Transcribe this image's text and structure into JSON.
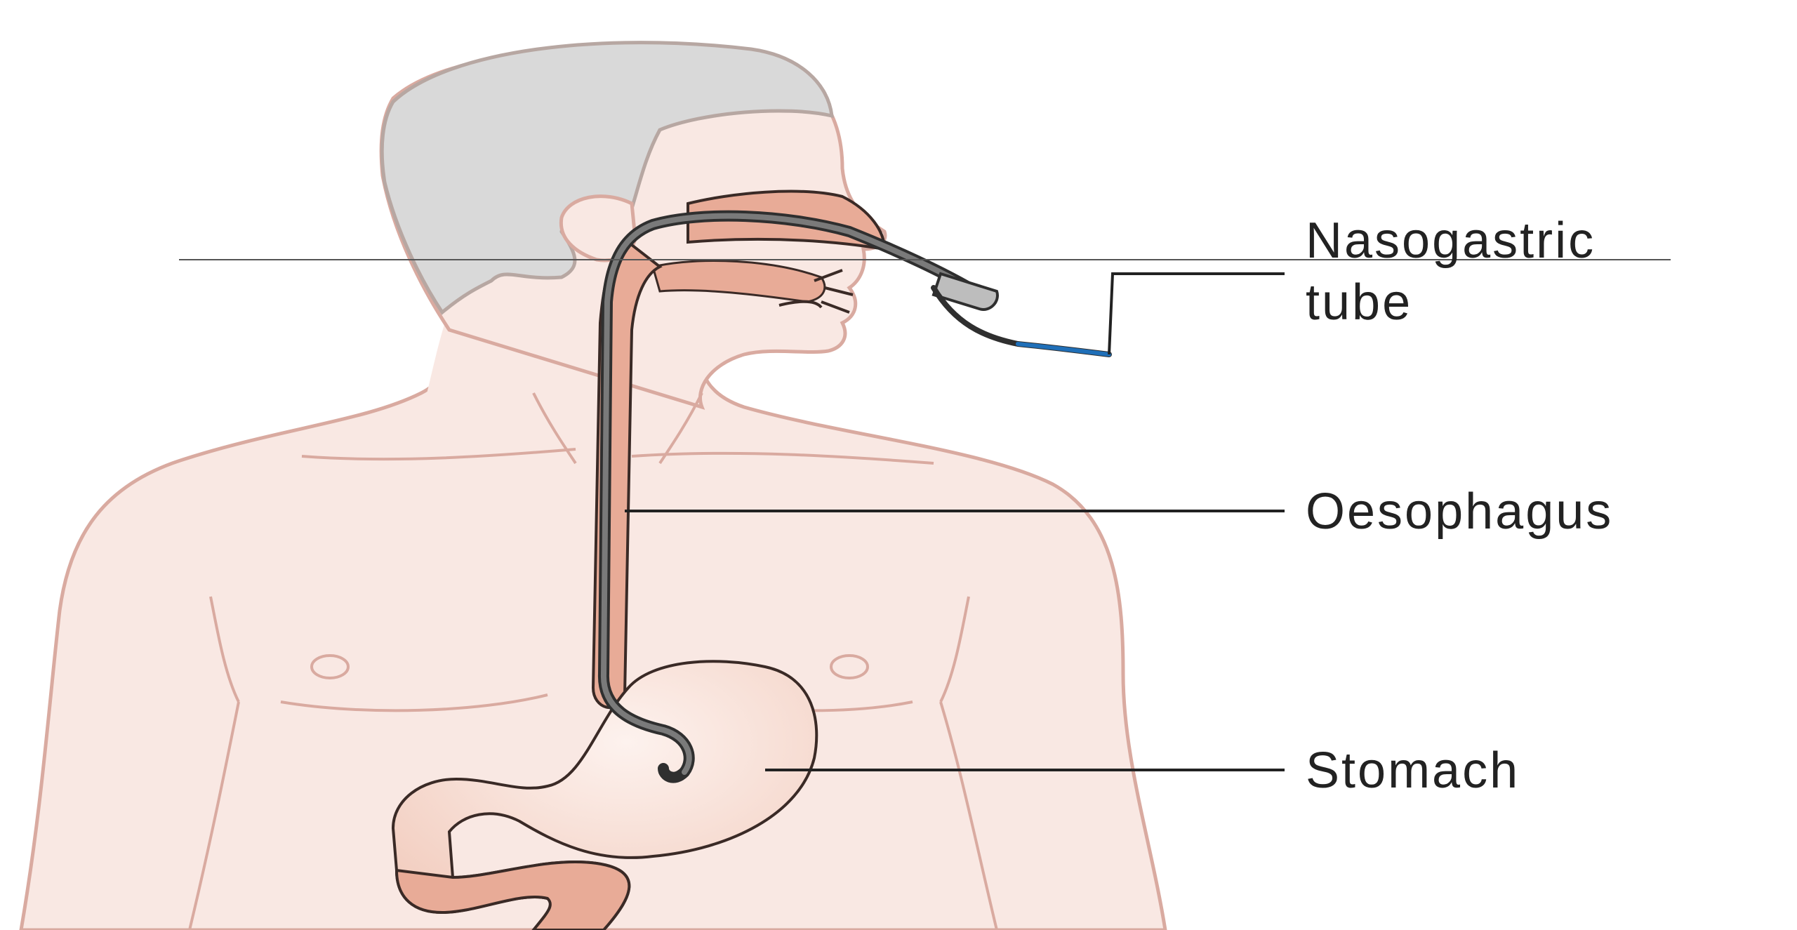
{
  "labels": {
    "nasogastric_line1": "Nasogastric",
    "nasogastric_line2": "tube",
    "oesophagus": "Oesophagus",
    "stomach": "Stomach"
  },
  "colors": {
    "background": "#ffffff",
    "skin": "#f9e8e3",
    "skin_outline": "#d9aaa0",
    "hair": "#d9d9d9",
    "hair_outline": "#b7a7a2",
    "tract": "#e8ab97",
    "tract_outline": "#3a2a26",
    "tube": "#7a7a7a",
    "tube_dark": "#2f2f2f",
    "tube_blue": "#1f6fb8",
    "leader_line": "#222222"
  }
}
